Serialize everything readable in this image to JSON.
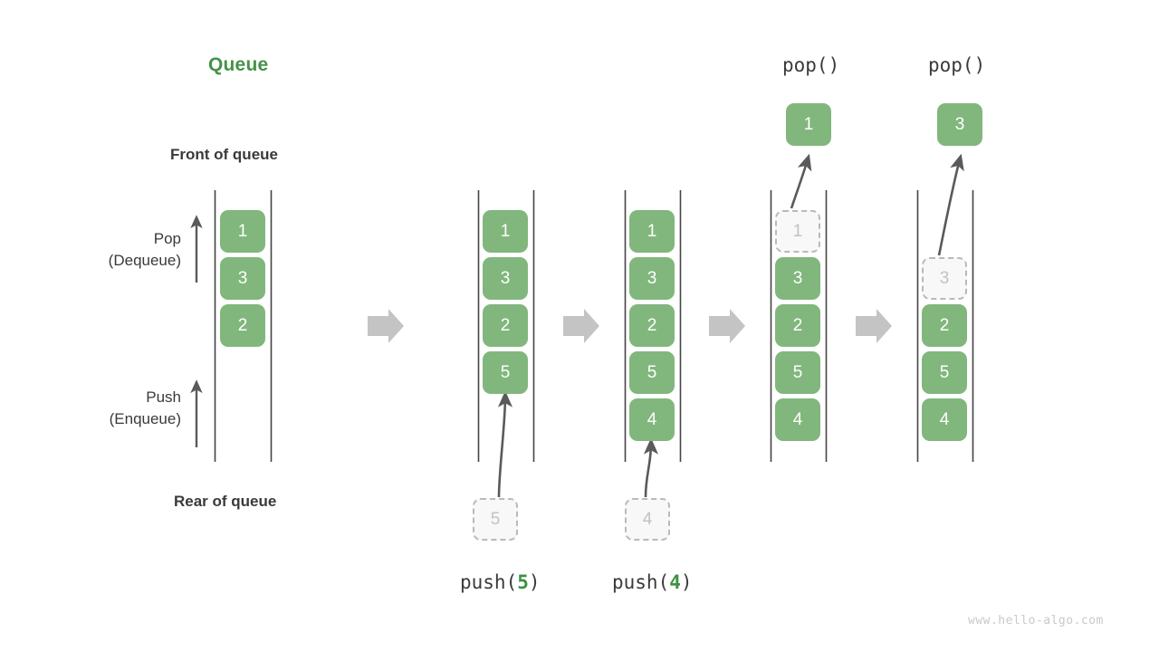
{
  "meta": {
    "title": "Queue",
    "watermark": "www.hello-algo.com",
    "colors": {
      "accent_green": "#449248",
      "cell_green": "#81b77d",
      "ghost_fill": "#f8f8f8",
      "ghost_border": "#b9b9b9",
      "ghost_text": "#c2c2c2",
      "rail": "#444444",
      "arrow_gray": "#5a5a5a",
      "transition_arrow": "#c4c4c4",
      "text": "#3a3a3a",
      "watermark": "#c9c9c9"
    }
  },
  "labels": {
    "front_of_queue": "Front of queue",
    "rear_of_queue": "Rear of queue",
    "pop_title": "Pop",
    "pop_sub": "(Dequeue)",
    "push_title": "Push",
    "push_sub": "(Enqueue)"
  },
  "icons": {
    "pop_direction": "arrow-up-icon",
    "push_direction": "arrow-up-icon",
    "transition": "arrow-right-icon",
    "insert": "curved-arrow-up-icon",
    "remove": "curved-arrow-up-icon"
  },
  "stages": [
    {
      "id": "initial",
      "caption": "",
      "caption_fn": "",
      "caption_arg": "",
      "cells": [
        "1",
        "3",
        "2"
      ],
      "ghost_index": -1,
      "incoming": null,
      "outgoing": null
    },
    {
      "id": "push-5",
      "caption": "push(5)",
      "caption_fn": "push(",
      "caption_arg": "5",
      "caption_end": ")",
      "cells": [
        "1",
        "3",
        "2",
        "5"
      ],
      "ghost_index": -1,
      "incoming": "5",
      "outgoing": null
    },
    {
      "id": "push-4",
      "caption": "push(4)",
      "caption_fn": "push(",
      "caption_arg": "4",
      "caption_end": ")",
      "cells": [
        "1",
        "3",
        "2",
        "5",
        "4"
      ],
      "ghost_index": -1,
      "incoming": "4",
      "outgoing": null
    },
    {
      "id": "pop-1",
      "caption": "pop()",
      "caption_fn": "pop()",
      "caption_arg": "",
      "caption_end": "",
      "cells": [
        "1",
        "3",
        "2",
        "5",
        "4"
      ],
      "ghost_index": 0,
      "incoming": null,
      "outgoing": "1"
    },
    {
      "id": "pop-3",
      "caption": "pop()",
      "caption_fn": "pop()",
      "caption_arg": "",
      "caption_end": "",
      "cells": [
        "3",
        "2",
        "5",
        "4"
      ],
      "ghost_index": 0,
      "incoming": null,
      "outgoing": "3"
    }
  ],
  "stage_cells": {
    "s0": [
      "1",
      "3",
      "2"
    ],
    "s1": [
      "1",
      "3",
      "2",
      "5"
    ],
    "s2": [
      "1",
      "3",
      "2",
      "5",
      "4"
    ],
    "s3": [
      "1",
      "3",
      "2",
      "5",
      "4"
    ],
    "s4": [
      "3",
      "2",
      "5",
      "4"
    ]
  },
  "cell_text": {
    "s0c0": "1",
    "s0c1": "3",
    "s0c2": "2",
    "s1c0": "1",
    "s1c1": "3",
    "s1c2": "2",
    "s1c3": "5",
    "s2c0": "1",
    "s2c1": "3",
    "s2c2": "2",
    "s2c3": "5",
    "s2c4": "4",
    "s3c0": "1",
    "s3c1": "3",
    "s3c2": "2",
    "s3c3": "5",
    "s3c4": "4",
    "s4c0": "3",
    "s4c1": "2",
    "s4c2": "5",
    "s4c3": "4",
    "ghost_push5": "5",
    "ghost_push4": "4",
    "popped1": "1",
    "popped3": "3"
  },
  "captions": {
    "push5_fn": "push(",
    "push5_arg": "5",
    "push5_end": ")",
    "push4_fn": "push(",
    "push4_arg": "4",
    "push4_end": ")",
    "pop1": "pop()",
    "pop2": "pop()"
  }
}
